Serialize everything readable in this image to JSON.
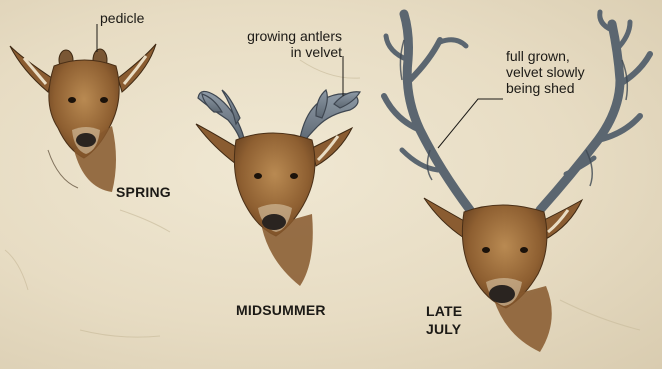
{
  "labels": {
    "pedicle": "pedicle",
    "velvet": [
      "growing antlers",
      "in velvet"
    ],
    "shed": [
      "full grown,",
      "velvet slowly",
      "being shed"
    ]
  },
  "stages": {
    "spring": "SPRING",
    "midsummer": "MIDSUMMER",
    "late_july": [
      "LATE",
      "JULY"
    ]
  },
  "colors": {
    "paper": "#e9e0c9",
    "fur": "#9c6a38",
    "fur_dark": "#5a3a1c",
    "velvet": "#7c8894",
    "antler_dark": "#4c5660",
    "text": "#1c1a16"
  }
}
